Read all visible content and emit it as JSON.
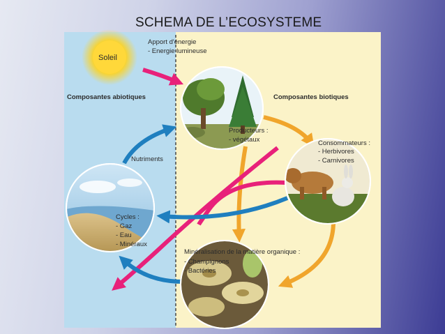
{
  "slide": {
    "title": "SCHEMA DE L’ECOSYSTEME"
  },
  "diagram": {
    "sun": {
      "label": "Soleil"
    },
    "energy_input": {
      "title": "Apport d'énergie",
      "item": "- Energie lumineuse"
    },
    "abiotic_heading": "Composantes abiotiques",
    "biotic_heading": "Composantes biotiques",
    "producers": {
      "title": "Producteurs :",
      "items": [
        "- végétaux"
      ]
    },
    "consumers": {
      "title": "Consommateurs :",
      "items": [
        "- Herbivores",
        "- Carnivores"
      ]
    },
    "nutrients_label": "Nutriments",
    "cycles": {
      "title": "Cycles :",
      "items": [
        "- Gaz",
        "- Eau",
        "- Minéraux"
      ]
    },
    "mineralisation": {
      "title": "Minéralisation de la matière organique :",
      "items": [
        "- Champignons",
        "- Bactéries"
      ]
    },
    "colors": {
      "abiotic_bg": "#b9dcef",
      "biotic_bg": "#fbf3c8",
      "energy_arrow": "#e8217a",
      "matter_arrow": "#f0a52c",
      "nutrient_arrow": "#1f7fbf",
      "sun": "#ffd21a"
    }
  }
}
